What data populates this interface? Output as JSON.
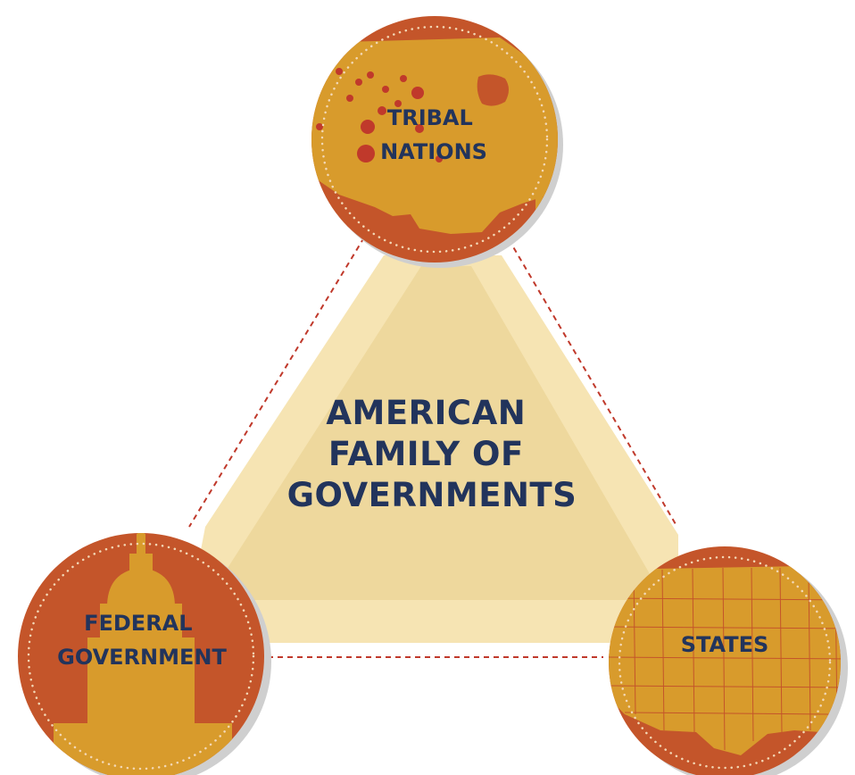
{
  "center": {
    "lines": [
      "AMERICAN",
      "FAMILY OF",
      "GOVERNMENTS"
    ]
  },
  "nodes": {
    "tribal": {
      "lines": [
        "TRIBAL",
        "NATIONS"
      ],
      "icon": "us-map-with-reservation-dots-icon"
    },
    "federal": {
      "lines": [
        "FEDERAL",
        "GOVERNMENT"
      ],
      "icon": "capitol-dome-icon"
    },
    "states": {
      "lines": [
        "STATES"
      ],
      "icon": "us-states-map-icon"
    }
  },
  "colors": {
    "text": "#22345c",
    "coin_rim": "#c4552a",
    "coin_fill": "#d89b2c",
    "triangle_outer": "#f6e4b3",
    "triangle_inner": "#eed89d",
    "connector": "#c0392b"
  }
}
